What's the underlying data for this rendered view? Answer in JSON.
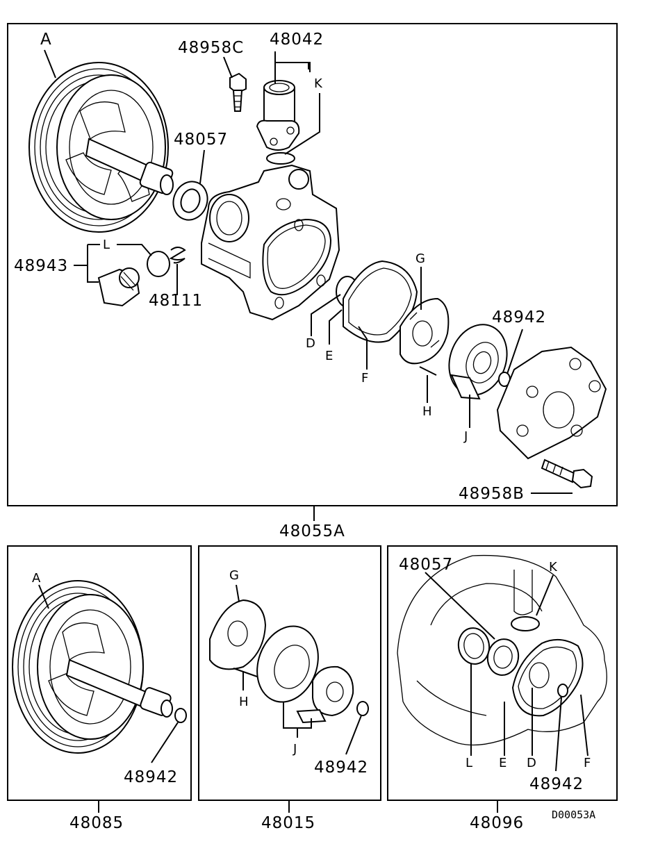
{
  "diagram": {
    "main_box": {
      "callouts": {
        "A": "A",
        "p48958C": "48958C",
        "p48042": "48042",
        "K": "K",
        "p48057": "48057",
        "L": "L",
        "p48943": "48943",
        "p48111": "48111",
        "G": "G",
        "D": "D",
        "E": "E",
        "F": "F",
        "H": "H",
        "J": "J",
        "p48942": "48942",
        "p48958B": "48958B"
      },
      "assembly_number": "48055A"
    },
    "box_pulley": {
      "callouts": {
        "A": "A",
        "p48942": "48942"
      },
      "assembly_number": "48085"
    },
    "box_cartridge": {
      "callouts": {
        "G": "G",
        "H": "H",
        "J": "J",
        "p48942": "48942"
      },
      "assembly_number": "48015"
    },
    "box_sealkit": {
      "callouts": {
        "p48057": "48057",
        "K": "K",
        "L": "L",
        "E": "E",
        "D": "D",
        "F": "F",
        "p48942": "48942"
      },
      "assembly_number": "48096"
    },
    "drawing_code": "D00053A"
  }
}
